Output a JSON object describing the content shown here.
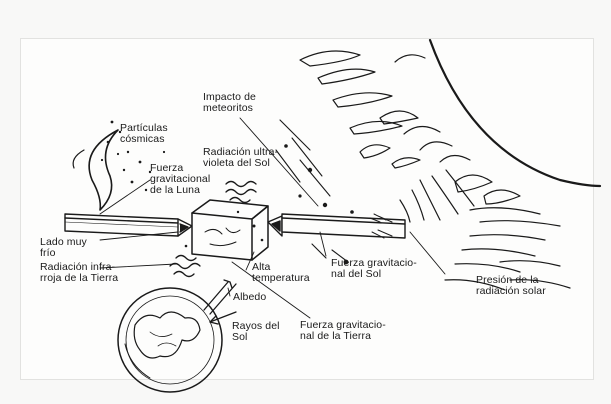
{
  "labels": {
    "particulas": "Partículas\ncósmicas",
    "luna": "Fuerza\ngravitacional\nde la Luna",
    "impacto": "Impacto de\nmeteoritos",
    "uv": "Radiación ultra-\nvioleta del Sol",
    "lado_frio": "Lado muy\nfrío",
    "infrarroja": "Radiación infra-\nrroja de la Tierra",
    "alta_temp": "Alta\ntemperatura",
    "grav_sol": "Fuerza gravitacio-\nnal del Sol",
    "presion": "Presión de la\nradiación solar",
    "albedo": "Albedo",
    "rayos": "Rayos del\nSol",
    "grav_tierra": "Fuerza gravitacio-\nnal de la Tierra"
  },
  "colors": {
    "ink": "#1a1a1a",
    "paper": "#fdfdfc"
  }
}
